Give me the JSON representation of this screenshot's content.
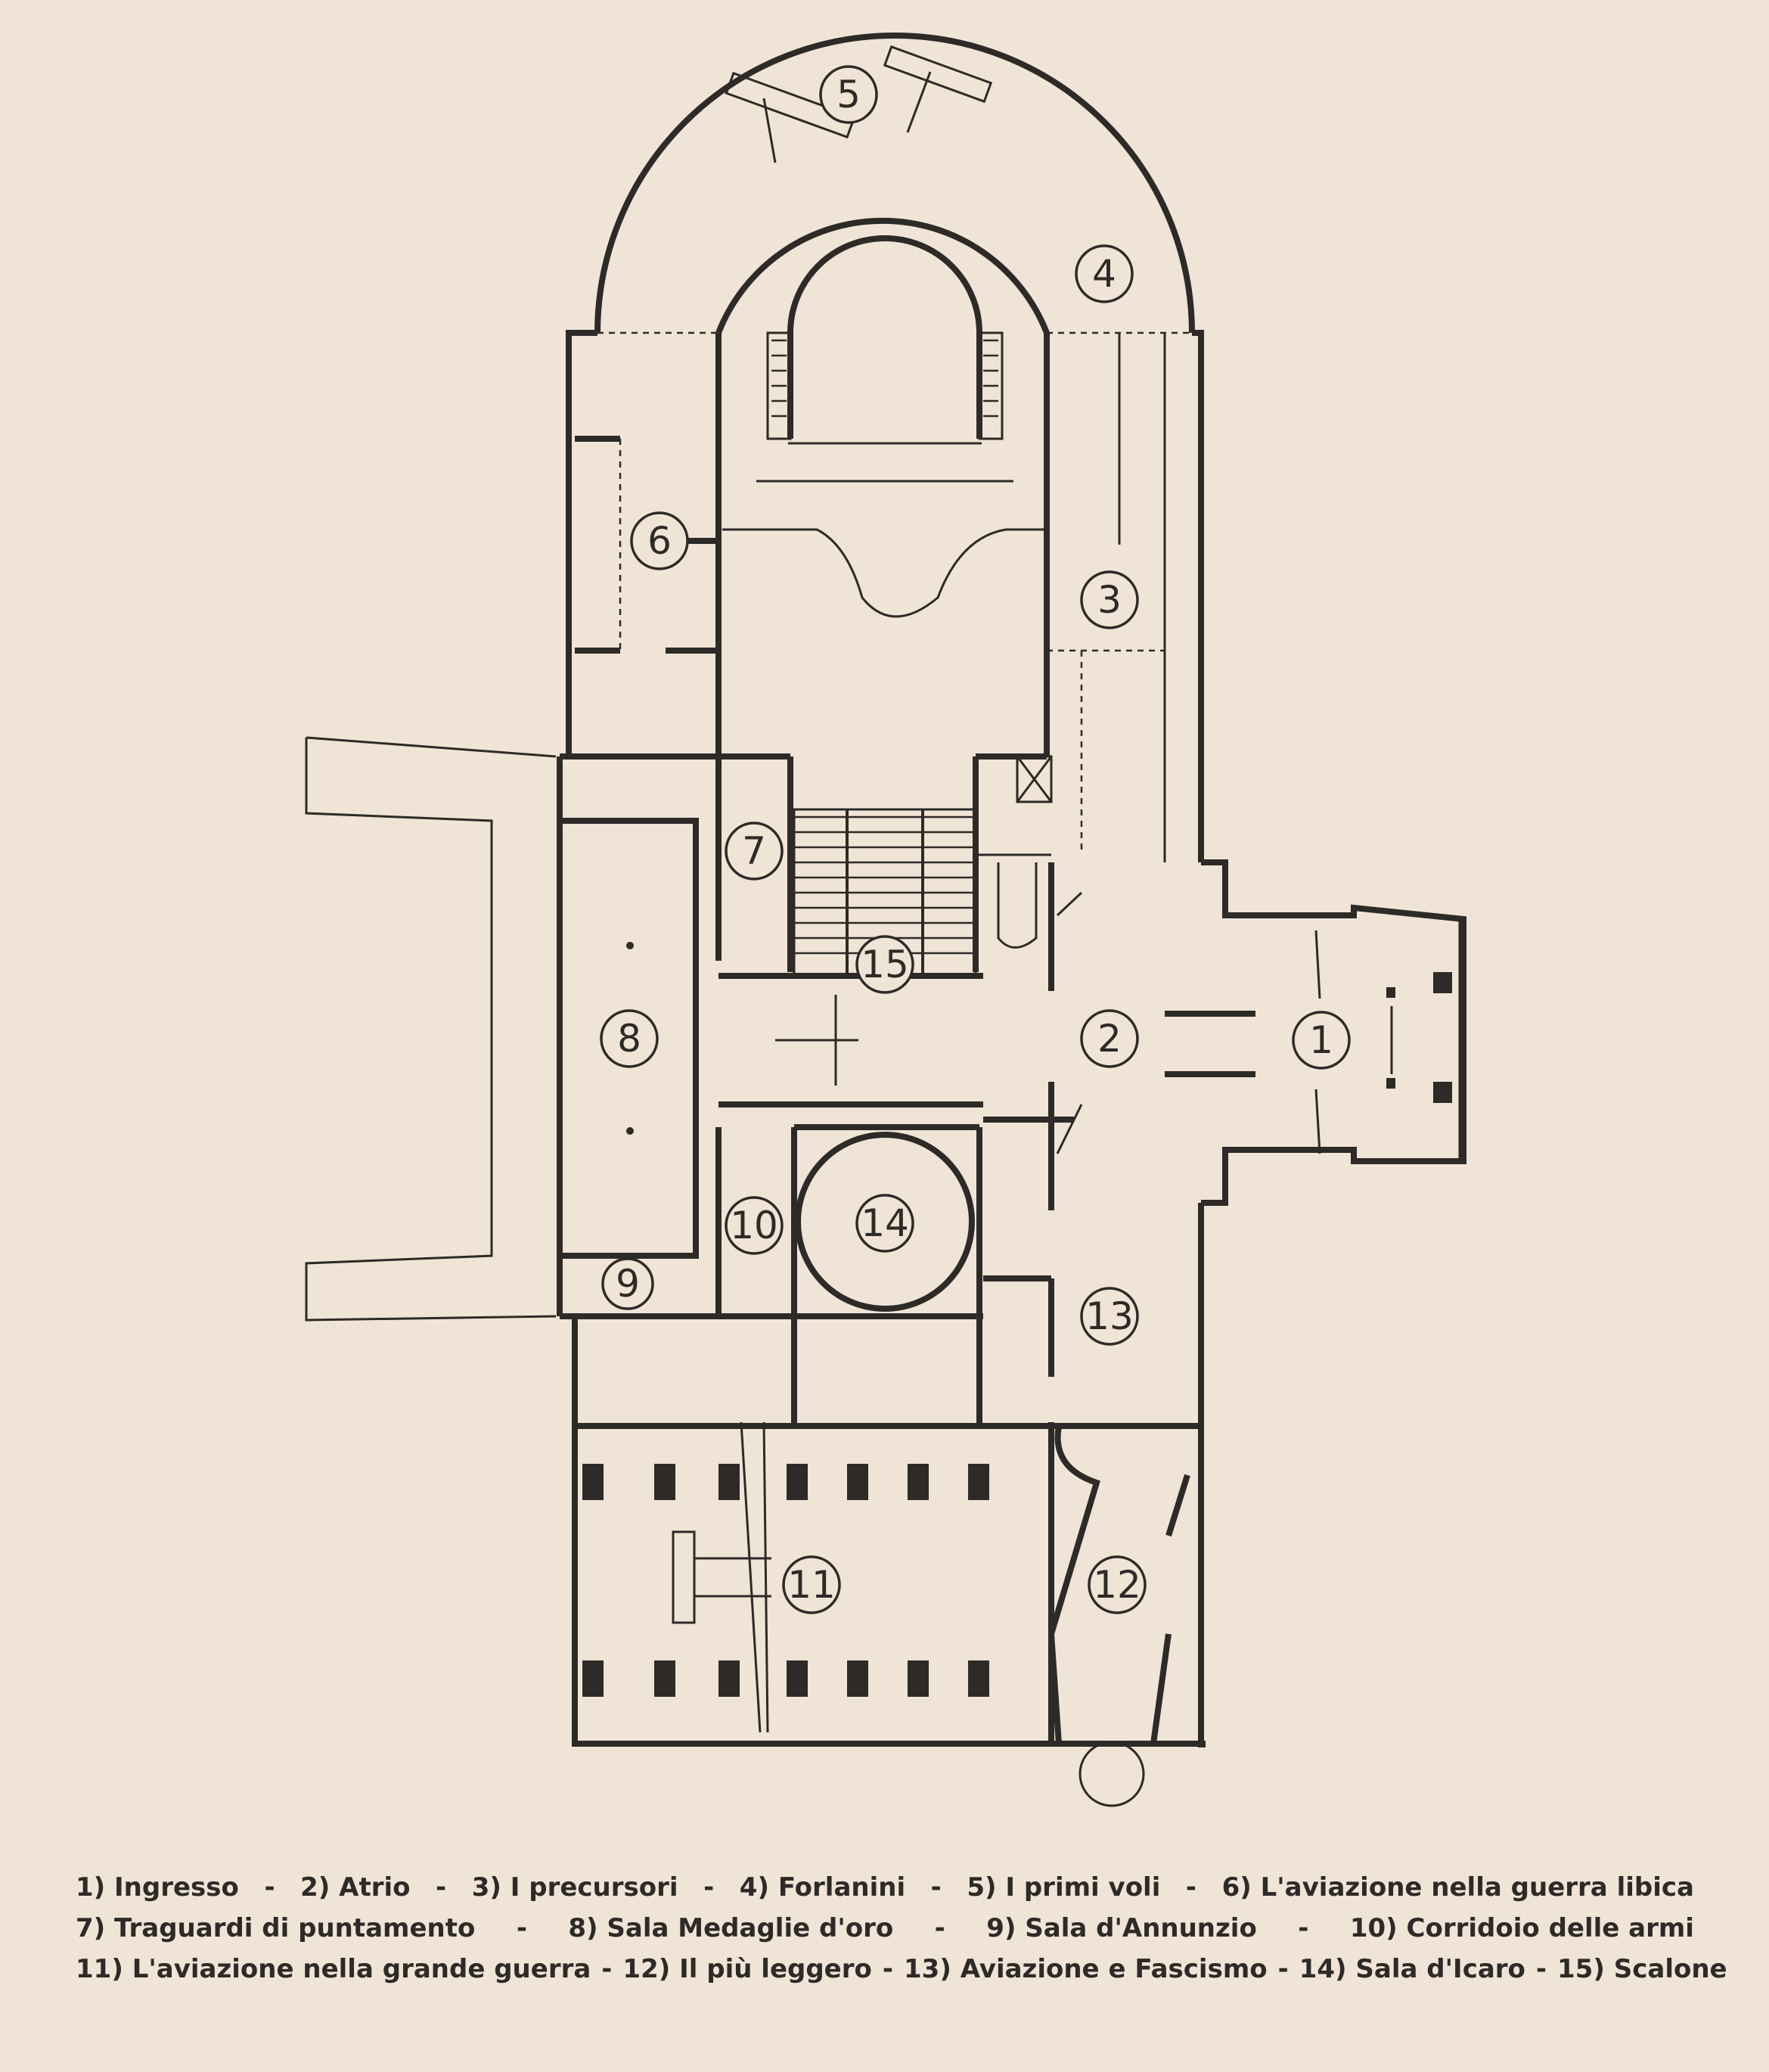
{
  "plan": {
    "rooms": [
      {
        "id": "1",
        "label": "1"
      },
      {
        "id": "2",
        "label": "2"
      },
      {
        "id": "3",
        "label": "3"
      },
      {
        "id": "4",
        "label": "4"
      },
      {
        "id": "5",
        "label": "5"
      },
      {
        "id": "6",
        "label": "6"
      },
      {
        "id": "7",
        "label": "7"
      },
      {
        "id": "8",
        "label": "8"
      },
      {
        "id": "9",
        "label": "9"
      },
      {
        "id": "10",
        "label": "10"
      },
      {
        "id": "11",
        "label": "11"
      },
      {
        "id": "12",
        "label": "12"
      },
      {
        "id": "13",
        "label": "13"
      },
      {
        "id": "14",
        "label": "14"
      },
      {
        "id": "15",
        "label": "15"
      }
    ]
  },
  "legend": {
    "rows": [
      [
        "1) Ingresso",
        "2) Atrio",
        "3) I precursori",
        "4) Forlanini",
        "5) I primi voli",
        "6) L'aviazione nella guerra libica"
      ],
      [
        "7) Traguardi di puntamento",
        "8) Sala Medaglie d'oro",
        "9) Sala d'Annunzio",
        "10) Corridoio delle armi"
      ],
      [
        "11) L'aviazione nella grande guerra",
        "12) Il più leggero",
        "13) Aviazione e Fascismo",
        "14) Sala d'Icaro",
        "15) Scalone"
      ]
    ]
  }
}
